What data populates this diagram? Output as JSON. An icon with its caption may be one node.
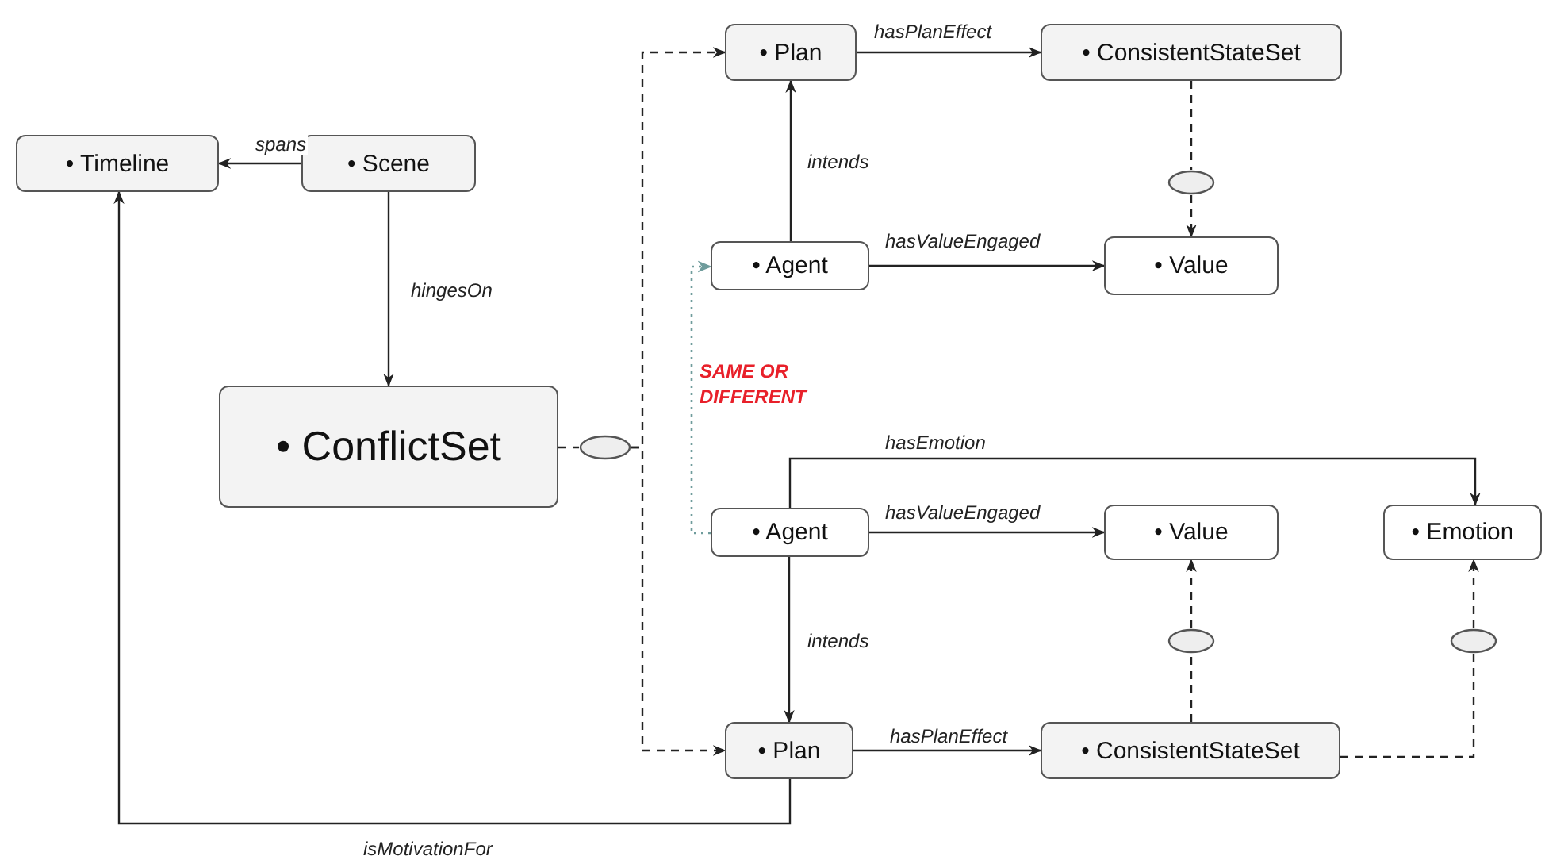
{
  "diagram": {
    "nodes": [
      {
        "text": [
          "• Timeline"
        ]
      },
      {
        "text": [
          "• Scene"
        ]
      },
      {
        "text": [
          "• ConflictSet"
        ]
      },
      {
        "text": [
          "• Plan"
        ]
      },
      {
        "text": [
          "• ConsistentStateSet"
        ]
      },
      {
        "text": [
          "• Agent"
        ]
      },
      {
        "text": [
          "• Value"
        ]
      },
      {
        "text": [
          "• Agent"
        ]
      },
      {
        "text": [
          "• Value"
        ]
      },
      {
        "text": [
          "• Emotion"
        ]
      },
      {
        "text": [
          "• Plan"
        ]
      },
      {
        "text": [
          "• ConsistentStateSet"
        ]
      },
      {
        "text": [],
        "shape": "ellipse"
      },
      {
        "text": [],
        "shape": "ellipse"
      },
      {
        "text": [],
        "shape": "ellipse"
      },
      {
        "text": [],
        "shape": "ellipse"
      }
    ],
    "edges": [
      {
        "from": 1,
        "to": 0,
        "arrow": "to",
        "label": "spans"
      },
      {
        "from": 1,
        "to": 2,
        "arrow": "to",
        "label": "hingesOn"
      },
      {
        "from": 2,
        "to": 12,
        "arrow": "none",
        "style": "dashed"
      },
      {
        "from": 12,
        "to": 3,
        "arrow": "to",
        "style": "dashed"
      },
      {
        "from": 12,
        "to": 10,
        "arrow": "to",
        "style": "dashed"
      },
      {
        "from": 3,
        "to": 4,
        "arrow": "to",
        "label": "hasPlanEffect"
      },
      {
        "from": 5,
        "to": 3,
        "arrow": "to",
        "label": "intends"
      },
      {
        "from": 5,
        "to": 6,
        "arrow": "to",
        "label": "hasValueEngaged"
      },
      {
        "from": 4,
        "to": 13,
        "arrow": "none",
        "style": "dashed"
      },
      {
        "from": 13,
        "to": 6,
        "arrow": "to",
        "style": "dashed"
      },
      {
        "from": 7,
        "to": 5,
        "arrow": "to",
        "style": "dashed",
        "color": "#6f9c9c"
      },
      {
        "from": 7,
        "to": 9,
        "arrow": "to",
        "label": "hasEmotion"
      },
      {
        "from": 7,
        "to": 8,
        "arrow": "to",
        "label": "hasValueEngaged"
      },
      {
        "from": 7,
        "to": 10,
        "arrow": "to",
        "label": "intends"
      },
      {
        "from": 10,
        "to": 11,
        "arrow": "to",
        "label": "hasPlanEffect"
      },
      {
        "from": 11,
        "to": 14,
        "arrow": "none",
        "style": "dashed"
      },
      {
        "from": 14,
        "to": 8,
        "arrow": "to",
        "style": "dashed"
      },
      {
        "from": 11,
        "to": 15,
        "arrow": "none",
        "style": "dashed"
      },
      {
        "from": 15,
        "to": 9,
        "arrow": "to",
        "style": "dashed"
      },
      {
        "from": 10,
        "to": 0,
        "arrow": "to",
        "label": "isMotivationFor"
      }
    ],
    "labels": [
      "SAME OR DIFFERENT"
    ]
  }
}
